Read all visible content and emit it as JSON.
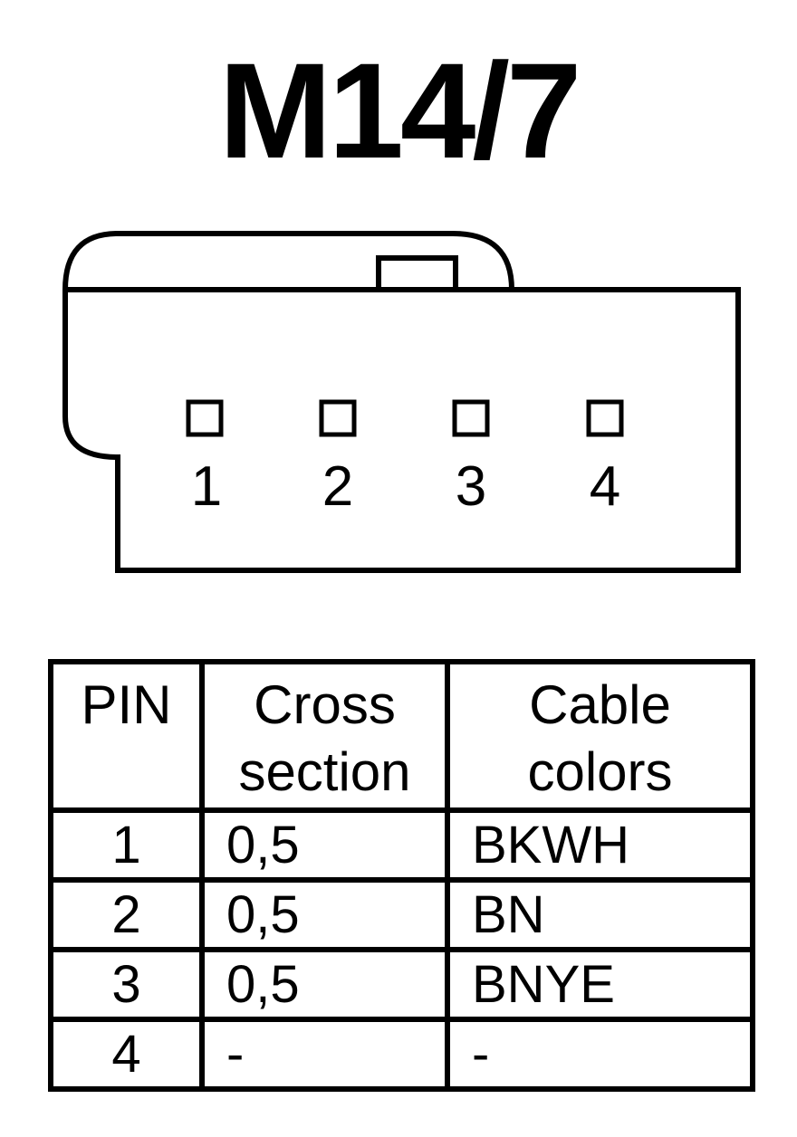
{
  "title": "M14/7",
  "connector": {
    "pin_labels": [
      "1",
      "2",
      "3",
      "4"
    ]
  },
  "table": {
    "headers": {
      "pin": "PIN",
      "cross_section_line1": "Cross",
      "cross_section_line2": "section",
      "cable_colors_line1": "Cable",
      "cable_colors_line2": "colors"
    },
    "rows": [
      {
        "pin": "1",
        "cross_section": "0,5",
        "color": "BKWH"
      },
      {
        "pin": "2",
        "cross_section": "0,5",
        "color": "BN"
      },
      {
        "pin": "3",
        "cross_section": "0,5",
        "color": "BNYE"
      },
      {
        "pin": "4",
        "cross_section": "-",
        "color": "-"
      }
    ]
  }
}
